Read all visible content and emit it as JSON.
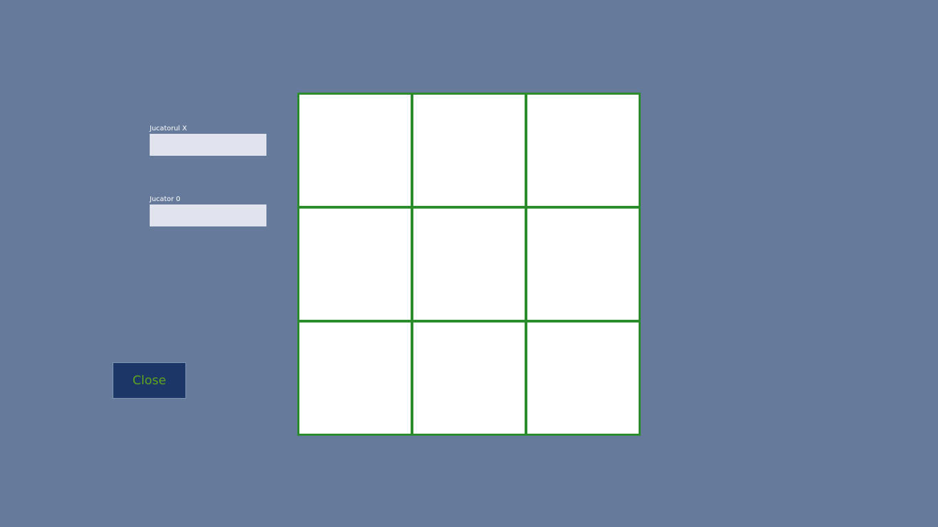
{
  "players": {
    "x": {
      "label": "Jucatorul X",
      "value": ""
    },
    "o": {
      "label": "Jucator 0",
      "value": ""
    }
  },
  "close_button": {
    "label": "Close"
  },
  "board": {
    "cells": [
      "",
      "",
      "",
      "",
      "",
      "",
      "",
      "",
      ""
    ]
  },
  "colors": {
    "background": "#667a9c",
    "grid_lines": "#2b8c2b",
    "cell": "#ffffff",
    "input_bg": "#e1e4ee",
    "button_bg": "#1c3668",
    "button_text": "#5ea51f"
  }
}
